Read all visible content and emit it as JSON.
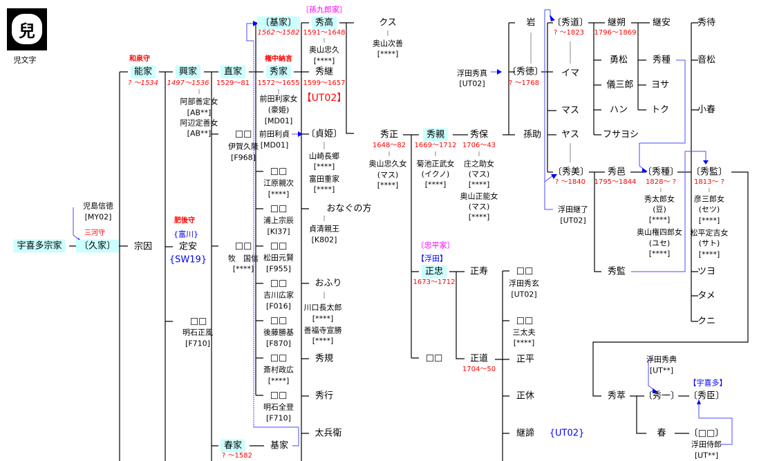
{
  "crest": {
    "glyph": "兒",
    "caption": "児文字"
  },
  "labels": {
    "ukita_souke": "宇喜多宗家",
    "hisaie_title": "三河守",
    "hisaie": "〔久家〕",
    "kojima_name": "児島信徳",
    "kojima_code": "[MY02]",
    "souin": "宗因",
    "yoshiie_title": "和泉守",
    "yoshiie": "能家",
    "yoshiie_dates": "? ～1534",
    "okiie": "興家",
    "okiie_dates": "1497～1536",
    "okiie_w1": "阿部善定女",
    "okiie_w1c": "[AB**]",
    "okiie_w2": "阿辺定善女",
    "okiie_w2c": "[AB**]",
    "sadayasu_title": "肥後守",
    "sadayasu_clan": "{富川}",
    "sadayasu": "定安",
    "sadayasu_code": "{SW19}",
    "akashi_box": "□□",
    "akashi_name": "明石正風",
    "akashi_code": "[F710]",
    "naoie": "直家",
    "naoie_dates": "1529～81",
    "iga_box": "□□",
    "iga_name": "伊賀久隆",
    "iga_code": "[F968]",
    "maki_box": "□□",
    "maki_name": "牧　国信",
    "maki_code": "[****]",
    "haruie": "春家",
    "haruie_dates": "? ～1582",
    "motoie": "基家",
    "motoie_b": "〔基家〕",
    "motoie_b_dates": "1562～1582",
    "hideie_title": "権中納言",
    "hideie": "秀家",
    "hideie_dates": "1572～1655",
    "hideie_w": "前田利家女",
    "hideie_w_alias": "(豪姫)",
    "hideie_w_code": "[MD01]",
    "maeda_name": "前田利貞",
    "maeda_code": "[MD01]",
    "d1_box": "□□",
    "d1_name": "江原親次",
    "d1_code": "[****]",
    "d2_box": "□□",
    "d2_name": "浦上宗辰",
    "d2_code": "[KI37]",
    "d3_box": "□□",
    "d3_name": "松田元賢",
    "d3_code": "[F955]",
    "d4_box": "□□",
    "d4_name": "吉川広家",
    "d4_code": "[F016]",
    "d5_box": "□□",
    "d5_name": "後藤勝基",
    "d5_code": "[F870]",
    "d6_box": "□□",
    "d6_name": "斎村政広",
    "d6_code": "[****]",
    "d7_box": "□□",
    "d7_name": "明石全登",
    "d7_code": "[F710]",
    "magokuro_house": "〔孫九郎家〕",
    "hidetaka": "秀高",
    "hidetaka_dates": "1591～1648",
    "hidetaka_w": "奥山忠久",
    "hidetaka_wc": "[****]",
    "hidetsugu": "秀継",
    "hidetsugu_dates": "1599～1657",
    "hidetsugu_code": "【UT02】",
    "sadahime": "〔貞姫〕",
    "sadahime_h1": "山崎長郷",
    "sadahime_h1c": "[****]",
    "sadahime_h2": "富田重家",
    "sadahime_h2c": "[****]",
    "onagu": "おなぐの方",
    "onagu_h": "貞清親王",
    "onagu_hc": "[K802]",
    "ofuri": "おふり",
    "ofuri_h1": "川口長太郎",
    "ofuri_h1c": "[****]",
    "ofuri_h2": "善福寺宣勝",
    "ofuri_h2c": "[****]",
    "hidenori": "秀規",
    "hideyuki": "秀行",
    "tahee": "太兵衛",
    "kusu": "クス",
    "kusu_h": "奥山次善",
    "kusu_hc": "[****]",
    "hidemasa": "秀正",
    "hidemasa_dates": "1648～82",
    "hidemasa_w": "奥山忠久女",
    "hidemasa_wa": "(マス)",
    "hidemasa_wc": "[****]",
    "hidechika": "秀親",
    "hidechika_dates": "1669～1712",
    "hidechika_w": "菊池正武女",
    "hidechika_wa": "(イクノ)",
    "hidechika_wc": "[****]",
    "chuhei_house": "〔忠平家〕",
    "ukita_clan": "【浮田】",
    "masatada": "正忠",
    "masatada_dates": "1673～1712",
    "box_b": "□□",
    "hideyasu": "秀保",
    "hideyasu_dates": "1706～43",
    "hideyasu_w1": "庄之助女",
    "hideyasu_w1a": "(マス)",
    "hideyasu_w1c": "[****]",
    "hideyasu_w2": "奥山正能女",
    "hideyasu_w2a": "(マス)",
    "hideyasu_w2c": "[****]",
    "masatoshi": "正寿",
    "masamichi": "正道",
    "masamichi_dates": "1704～50",
    "hidezane": "浮田秀真",
    "hidezane_code": "[UT02]",
    "iwa": "岩",
    "hidenori_b": "〔秀徳〕",
    "hidenori_b_dates": "? ～1768",
    "magosuke": "孫助",
    "m1_box": "□□",
    "m1_name": "浮田秀玄",
    "m1_code": "[UT02]",
    "m2_box": "□□",
    "m2_name": "三太夫",
    "m2_code": "[****]",
    "masahira": "正平",
    "masayasu": "正休",
    "tsugutei": "継諦",
    "tsugutei_code": "{UT02}",
    "hidemichi": "〔秀道〕",
    "hidemichi_dates": "? ～1823",
    "ima": "イマ",
    "masu": "マス",
    "yasu": "ヤス",
    "hideyoshi": "〔秀美〕",
    "hideyoshi_dates": "? ～1840",
    "tsuguryo": "浮田継了",
    "tsuguryo_code": "[UT02]",
    "tsugusaku": "継朔",
    "tsugusaku_dates": "1796～1869",
    "isamatsu": "勇松",
    "gisaburo": "儀三郎",
    "han": "ハン",
    "fusayoshi": "フサヨシ",
    "hidemura": "秀邑",
    "hidemura_dates": "1795～1844",
    "hidekan_a": "秀監",
    "hidesui": "秀萃",
    "tsuguyasu": "継安",
    "hidetane_a": "秀種",
    "yosa": "ヨサ",
    "toku": "トク",
    "hidetane": "〔秀種〕",
    "hidetane_dates": "1828～ ?",
    "hidetane_w1": "秀太郎女",
    "hidetane_w1a": "(豆)",
    "hidetane_w1c": "[****]",
    "hidetane_w2": "奥山権四郎女",
    "hidetane_w2a": "(ユセ)",
    "hidetane_w2c": "[****]",
    "hidenori2": "浮田秀典",
    "hidenori2_code": "[UT**]",
    "hideichi": "〔秀一〕",
    "haru": "春",
    "hidemachi": "秀待",
    "otomatsu": "音松",
    "koharu": "小春",
    "hidekan": "〔秀監〕",
    "hidekan_dates": "1813～ ?",
    "hidekan_w1": "彦三郎女",
    "hidekan_w1a": "(セツ)",
    "hidekan_w1c": "[****]",
    "hidekan_w2": "松平定吉女",
    "hidekan_w2a": "(サト)",
    "hidekan_w2c": "[****]",
    "tsuyo": "ツヨ",
    "tame": "タメ",
    "kuni": "クニ",
    "ukita_clan2": "【宇喜多】",
    "hideomi": "〔秀臣〕",
    "box_c": "〔□□〕",
    "jiro": "浮田侍郎",
    "jiro_code": "[UT**]"
  },
  "colors": {
    "highlight": "#ccffff",
    "dates": "#ff0000",
    "adoption_link": "#0000ff",
    "house": "#ff00ff"
  }
}
